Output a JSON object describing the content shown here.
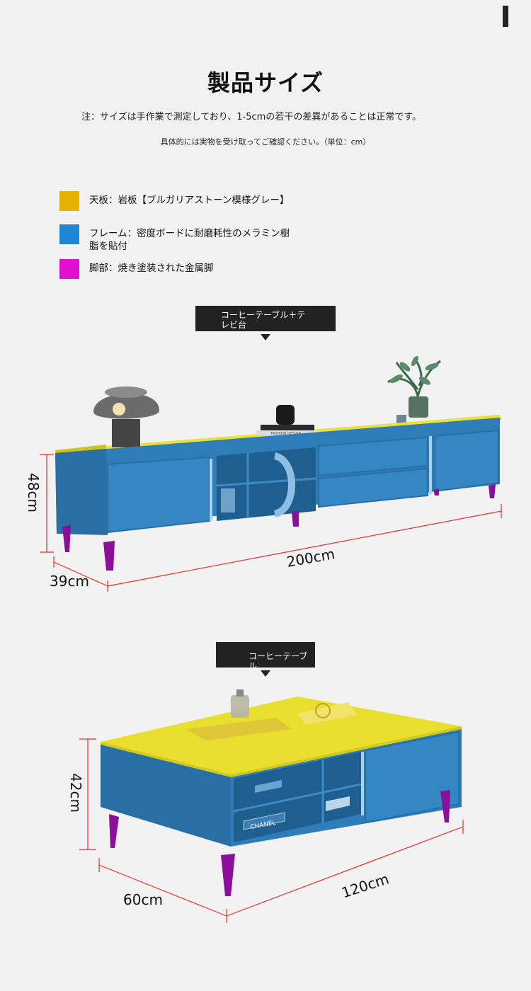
{
  "header": {
    "title": "製品サイズ",
    "note_line1": "注：サイズは手作業で測定しており、1-5cmの若干の差異があることは正常です。",
    "note_line2": "具体的には実物を受け取ってご確認ください。（単位：cm）"
  },
  "legend": [
    {
      "color": "#e5b200",
      "text": "天板：岩板【ブルガリアストーン模様グレー】"
    },
    {
      "color": "#1f86d6",
      "text": "フレーム：密度ボードに耐磨耗性のメラミン樹脂を貼付"
    },
    {
      "color": "#e20fd1",
      "text": "脚部：焼き塗装された金属脚"
    }
  ],
  "products": [
    {
      "label": "コーヒーテーブル＋テレビ台",
      "dimensions": {
        "height": "48cm",
        "depth": "39cm",
        "width": "200cm"
      },
      "book_text": "FASHION DESIGN"
    },
    {
      "label": "コーヒーテーブル",
      "dimensions": {
        "height": "42cm",
        "depth": "60cm",
        "width": "120cm"
      },
      "book_text": "CHANEL"
    }
  ],
  "colors": {
    "top_yellow": "#e8df2e",
    "frame_blue": "#2f7fb8",
    "leg_purple": "#8a0f9a",
    "dimension_red": "#e8302a"
  }
}
